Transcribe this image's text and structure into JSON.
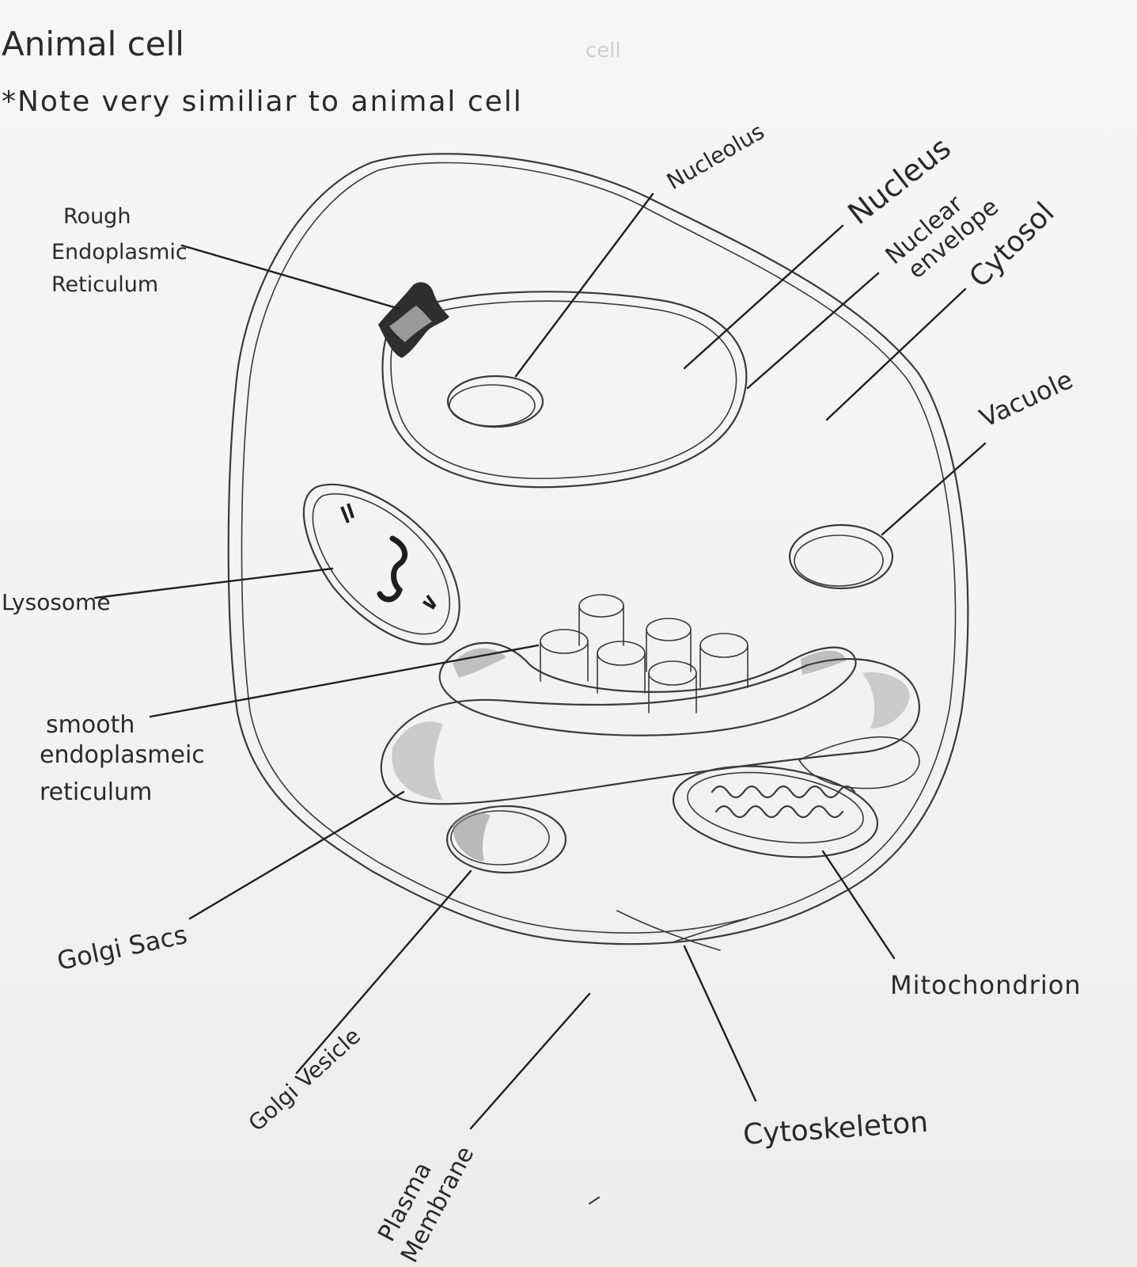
{
  "title": "Animal cell",
  "note": "*Note very similiar to animal cell",
  "faint_text": "cell",
  "labels": {
    "rough_er": [
      "Rough",
      "Endoplasmic",
      "Reticulum"
    ],
    "nucleolus": "Nucleolus",
    "nucleus": "Nucleus",
    "nuclear_envelope": [
      "Nuclear",
      "envelope"
    ],
    "cytosol": "Cytosol",
    "vacuole": "Vacuole",
    "lysosome": "Lysosome",
    "smooth_er": [
      "smooth",
      "endoplasmeic",
      "reticulum"
    ],
    "golgi_sacs": "Golgi Sacs",
    "golgi_vesicle": "Golgi Vesicle",
    "plasma_membrane": [
      "Plasma",
      "Membrane"
    ],
    "cytoskeleton": "Cytoskeleton",
    "mitochondrion": "Mitochondrion"
  }
}
